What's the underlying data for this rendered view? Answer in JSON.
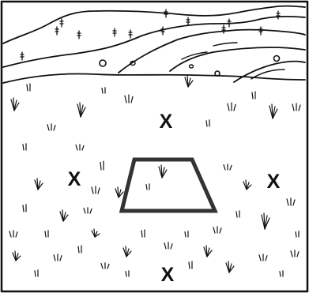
{
  "scene": {
    "frame_color": "#111111",
    "ink_color": "#111111",
    "background": "#ffffff"
  },
  "markers": {
    "top": "X",
    "left": "X",
    "right": "X",
    "bottom": "X"
  },
  "quadrat": {
    "shape": "trapezoid",
    "border_color": "#333333"
  },
  "hills": {
    "count": 4
  }
}
